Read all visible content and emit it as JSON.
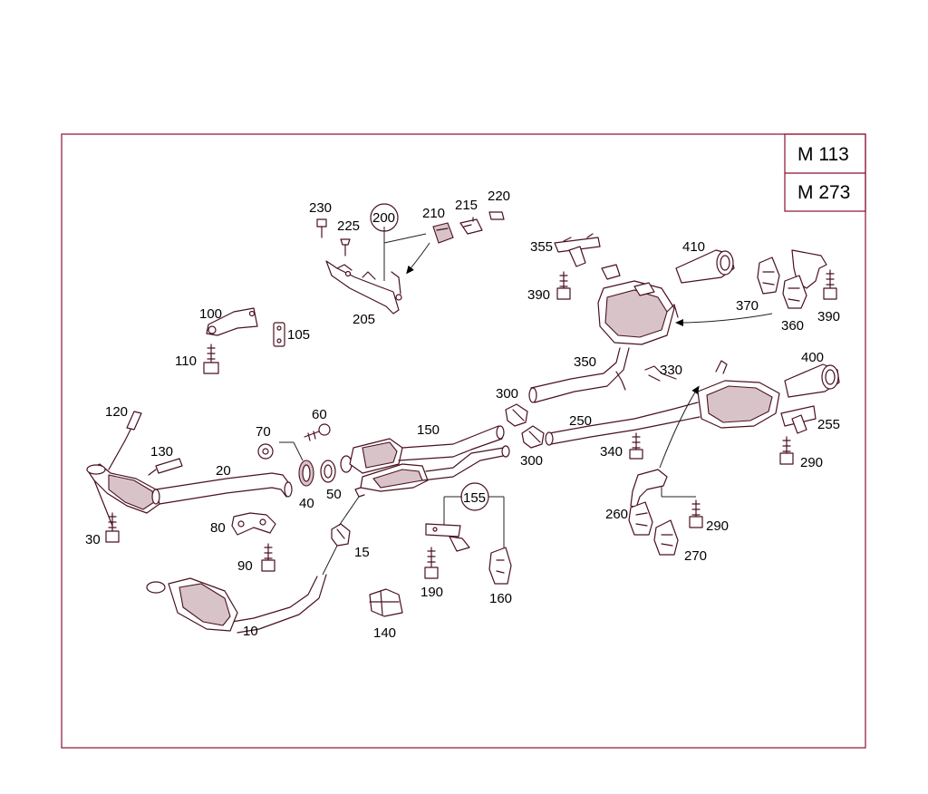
{
  "engine_codes": [
    "M 113",
    "M 273"
  ],
  "colors": {
    "frame": "#8a1030",
    "part_line": "#4a1020",
    "text": "#000000"
  },
  "labels": {
    "l10": "10",
    "l15": "15",
    "l20": "20",
    "l30": "30",
    "l40": "40",
    "l50": "50",
    "l60": "60",
    "l70": "70",
    "l80": "80",
    "l90": "90",
    "l100": "100",
    "l105": "105",
    "l110": "110",
    "l120": "120",
    "l130": "130",
    "l140": "140",
    "l150": "150",
    "l155": "155",
    "l160": "160",
    "l190": "190",
    "l200": "200",
    "l205": "205",
    "l210": "210",
    "l215": "215",
    "l220": "220",
    "l225": "225",
    "l230": "230",
    "l250": "250",
    "l255": "255",
    "l260": "260",
    "l270": "270",
    "l290a": "290",
    "l290b": "290",
    "l300a": "300",
    "l300b": "300",
    "l330": "330",
    "l340": "340",
    "l350": "350",
    "l355": "355",
    "l360": "360",
    "l370": "370",
    "l390a": "390",
    "l390b": "390",
    "l400": "400",
    "l410": "410"
  }
}
